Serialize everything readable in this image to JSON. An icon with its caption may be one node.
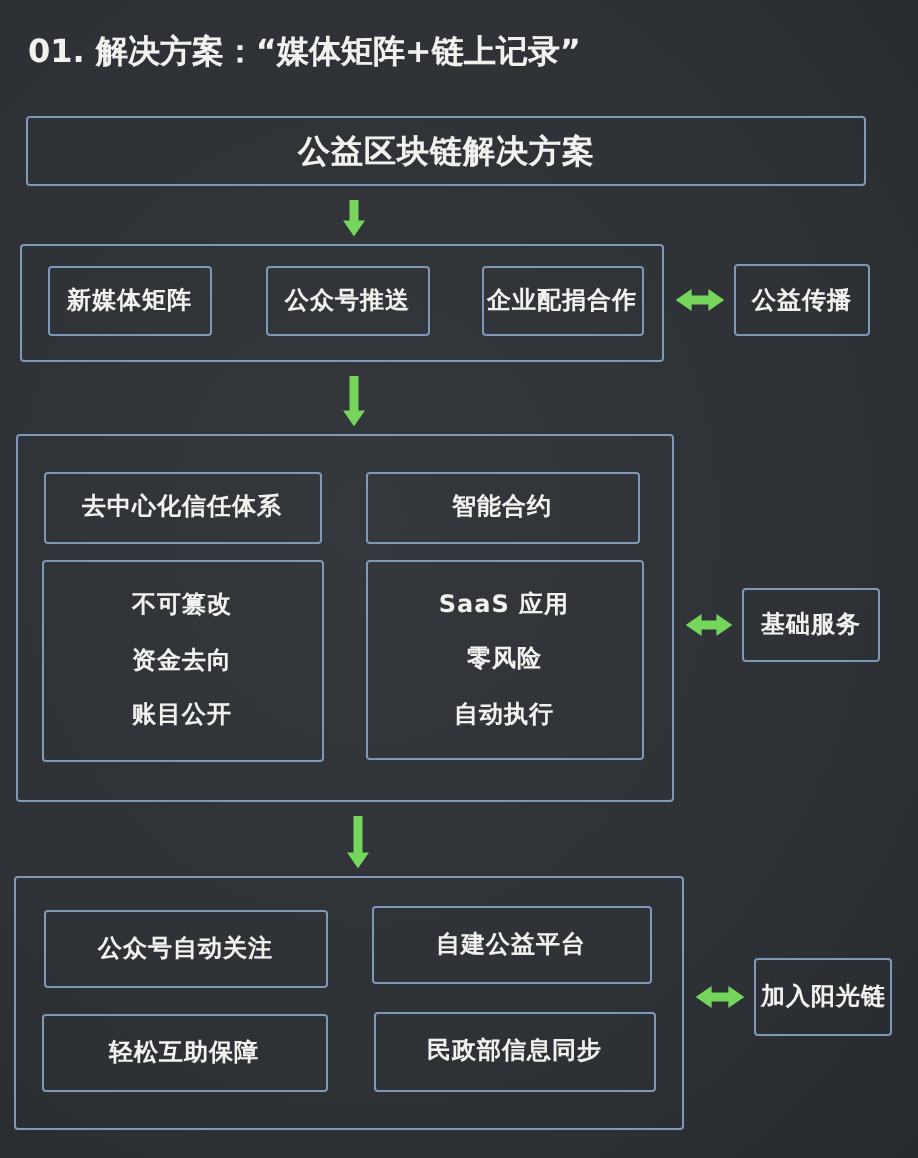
{
  "diagram": {
    "title": "01. 解决方案：“媒体矩阵+链上记录”",
    "nodes": [
      {
        "text": [
          "公益区块链解决方案"
        ]
      },
      {
        "text": [],
        "shape": "box"
      },
      {
        "text": [
          "新媒体矩阵"
        ],
        "in": 1
      },
      {
        "text": [
          "公众号推送"
        ],
        "in": 1
      },
      {
        "text": [
          "企业配捐合作"
        ],
        "in": 1
      },
      {
        "text": [
          "公益传播"
        ]
      },
      {
        "text": [],
        "shape": "box"
      },
      {
        "text": [
          "去中心化信任体系"
        ],
        "in": 6
      },
      {
        "text": [
          "智能合约"
        ],
        "in": 6
      },
      {
        "text": [
          "不可篡改",
          "资金去向",
          "账目公开"
        ],
        "in": 6
      },
      {
        "text": [
          "SaaS 应用",
          "零风险",
          "自动执行"
        ],
        "in": 6
      },
      {
        "text": [
          "基础服务"
        ]
      },
      {
        "text": [],
        "shape": "box"
      },
      {
        "text": [
          "公众号自动关注"
        ],
        "in": 12
      },
      {
        "text": [
          "自建公益平台"
        ],
        "in": 12
      },
      {
        "text": [
          "轻松互助保障"
        ],
        "in": 12
      },
      {
        "text": [
          "民政部信息同步"
        ],
        "in": 12
      },
      {
        "text": [
          "加入阳光链"
        ]
      }
    ],
    "edges": [
      {
        "from": 0,
        "to": 1,
        "arrow": "to"
      },
      {
        "from": 1,
        "to": 5,
        "arrow": "both"
      },
      {
        "from": 1,
        "to": 6,
        "arrow": "to"
      },
      {
        "from": 6,
        "to": 11,
        "arrow": "both"
      },
      {
        "from": 6,
        "to": 12,
        "arrow": "to"
      },
      {
        "from": 12,
        "to": 17,
        "arrow": "both"
      }
    ]
  }
}
